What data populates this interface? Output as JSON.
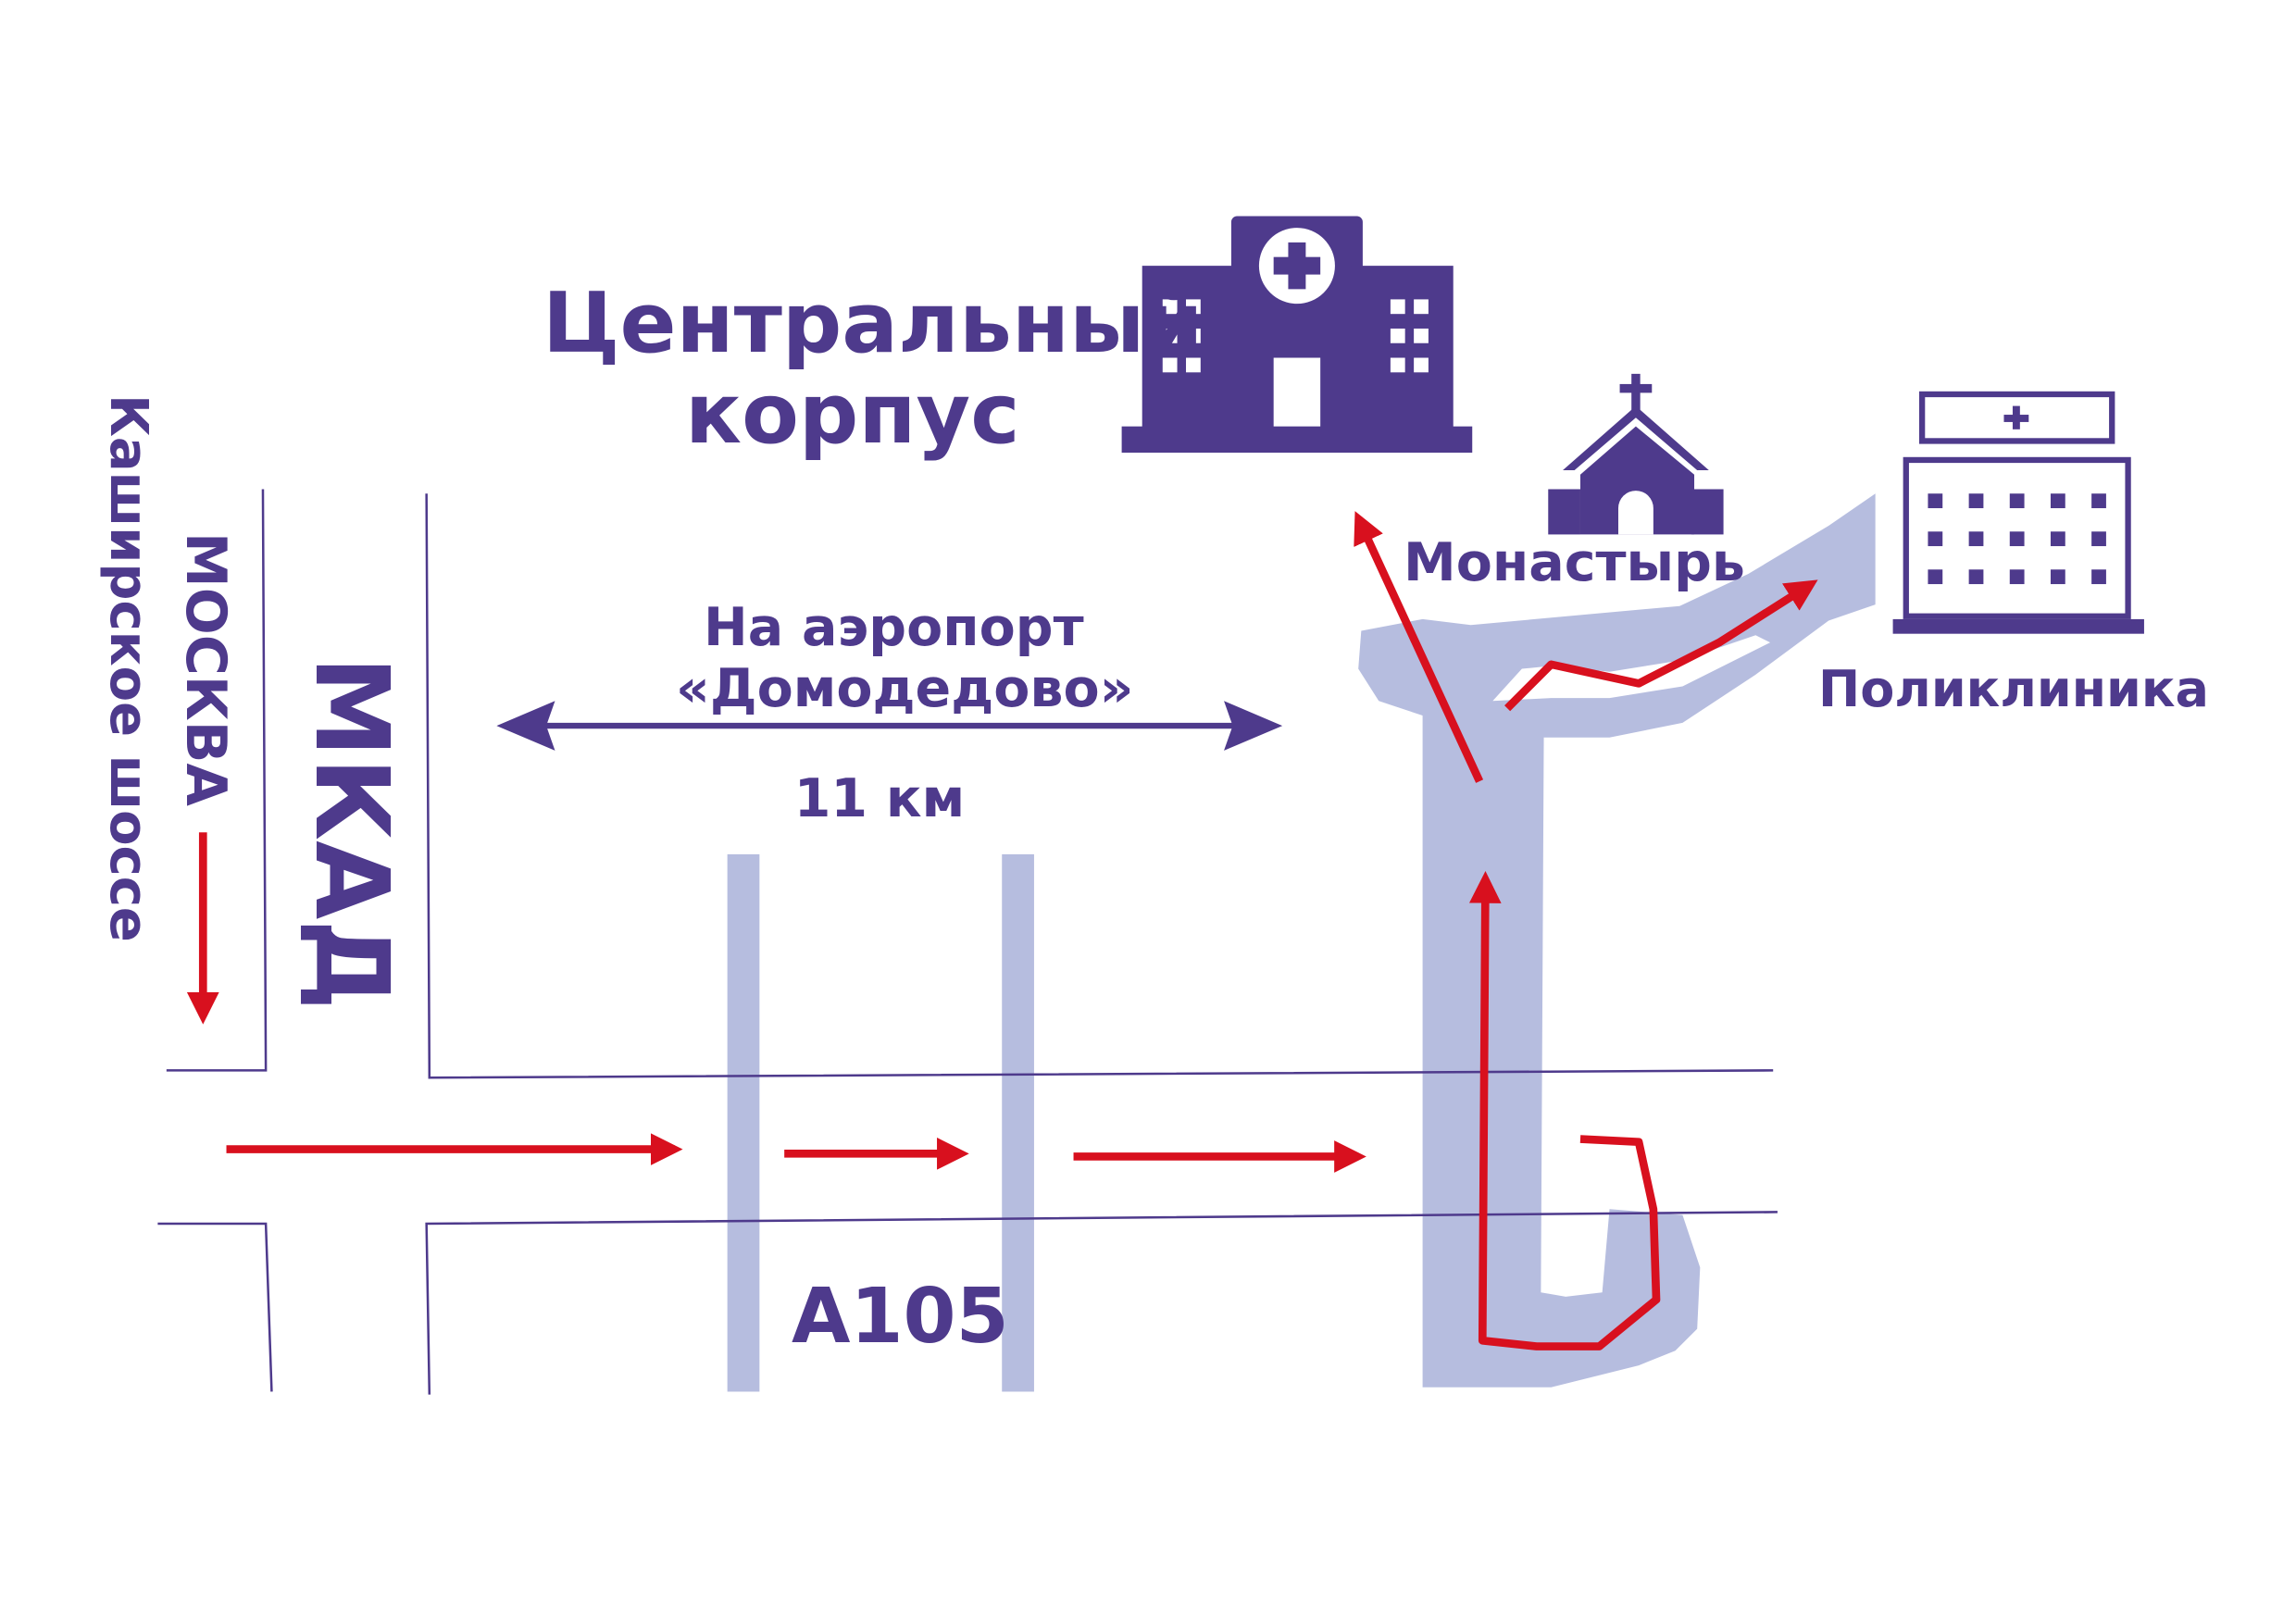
{
  "colors": {
    "accent_purple": "#4e3a8c",
    "route_red": "#d8101e",
    "road_blue": "#b6bddf",
    "road_line": "#4e3a8c"
  },
  "labels": {
    "central_building_line1": "Центральный",
    "central_building_line2": "корпус",
    "monastery": "Монастырь",
    "polyclinic": "Поликлиника",
    "airport_line1": "На аэропорт",
    "airport_line2": "«Домодедово»",
    "distance": "11 км",
    "road_a105": "А105",
    "mkad": "МКАД",
    "moscow": "МОСКВА",
    "kashirskoe": "Каширское шоссе"
  },
  "icons": {
    "hospital": "hospital-building-icon",
    "church": "church-icon",
    "clinic": "clinic-building-icon"
  }
}
